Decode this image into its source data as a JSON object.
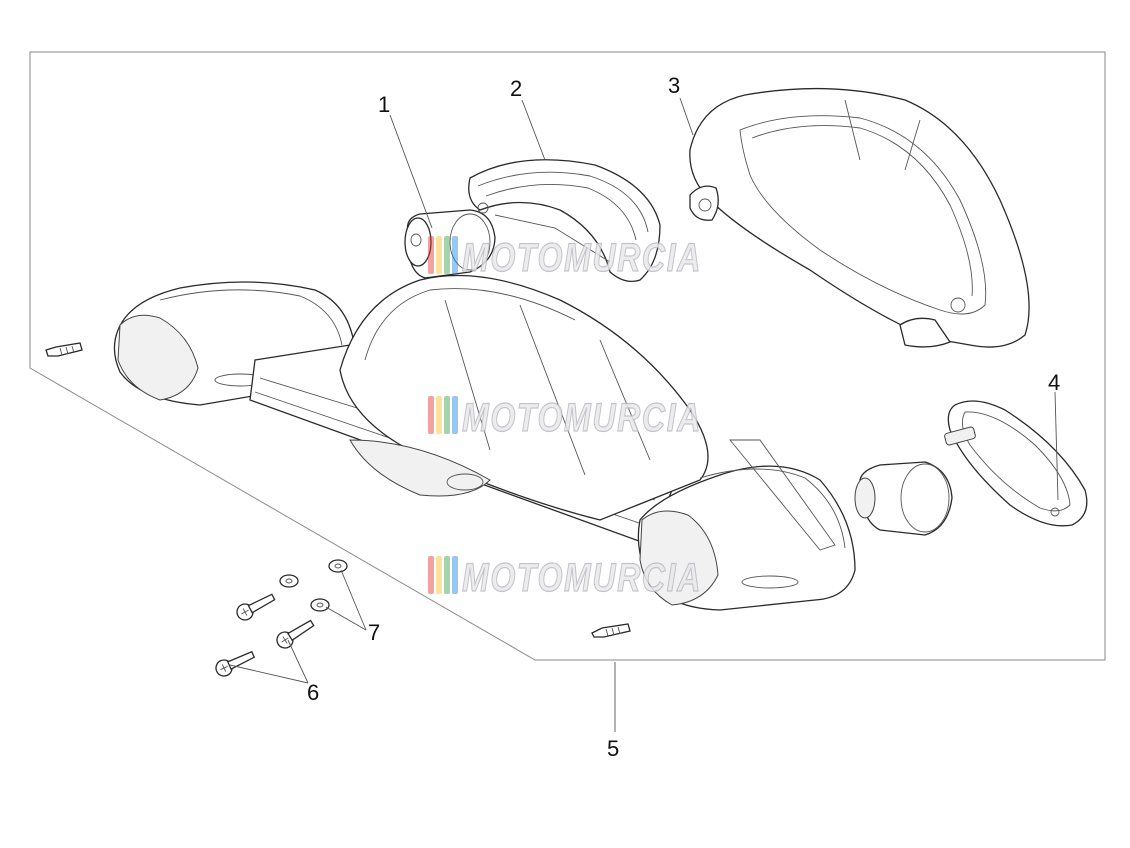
{
  "diagram": {
    "callouts": {
      "c1": "1",
      "c2": "2",
      "c3": "3",
      "c4": "4",
      "c5": "5",
      "c6": "6",
      "c7": "7"
    },
    "watermark": "MOTOMURCIA",
    "watermark_stripe_colors": [
      "#e53935",
      "#fbc02d",
      "#43a047",
      "#1e88e5"
    ]
  }
}
